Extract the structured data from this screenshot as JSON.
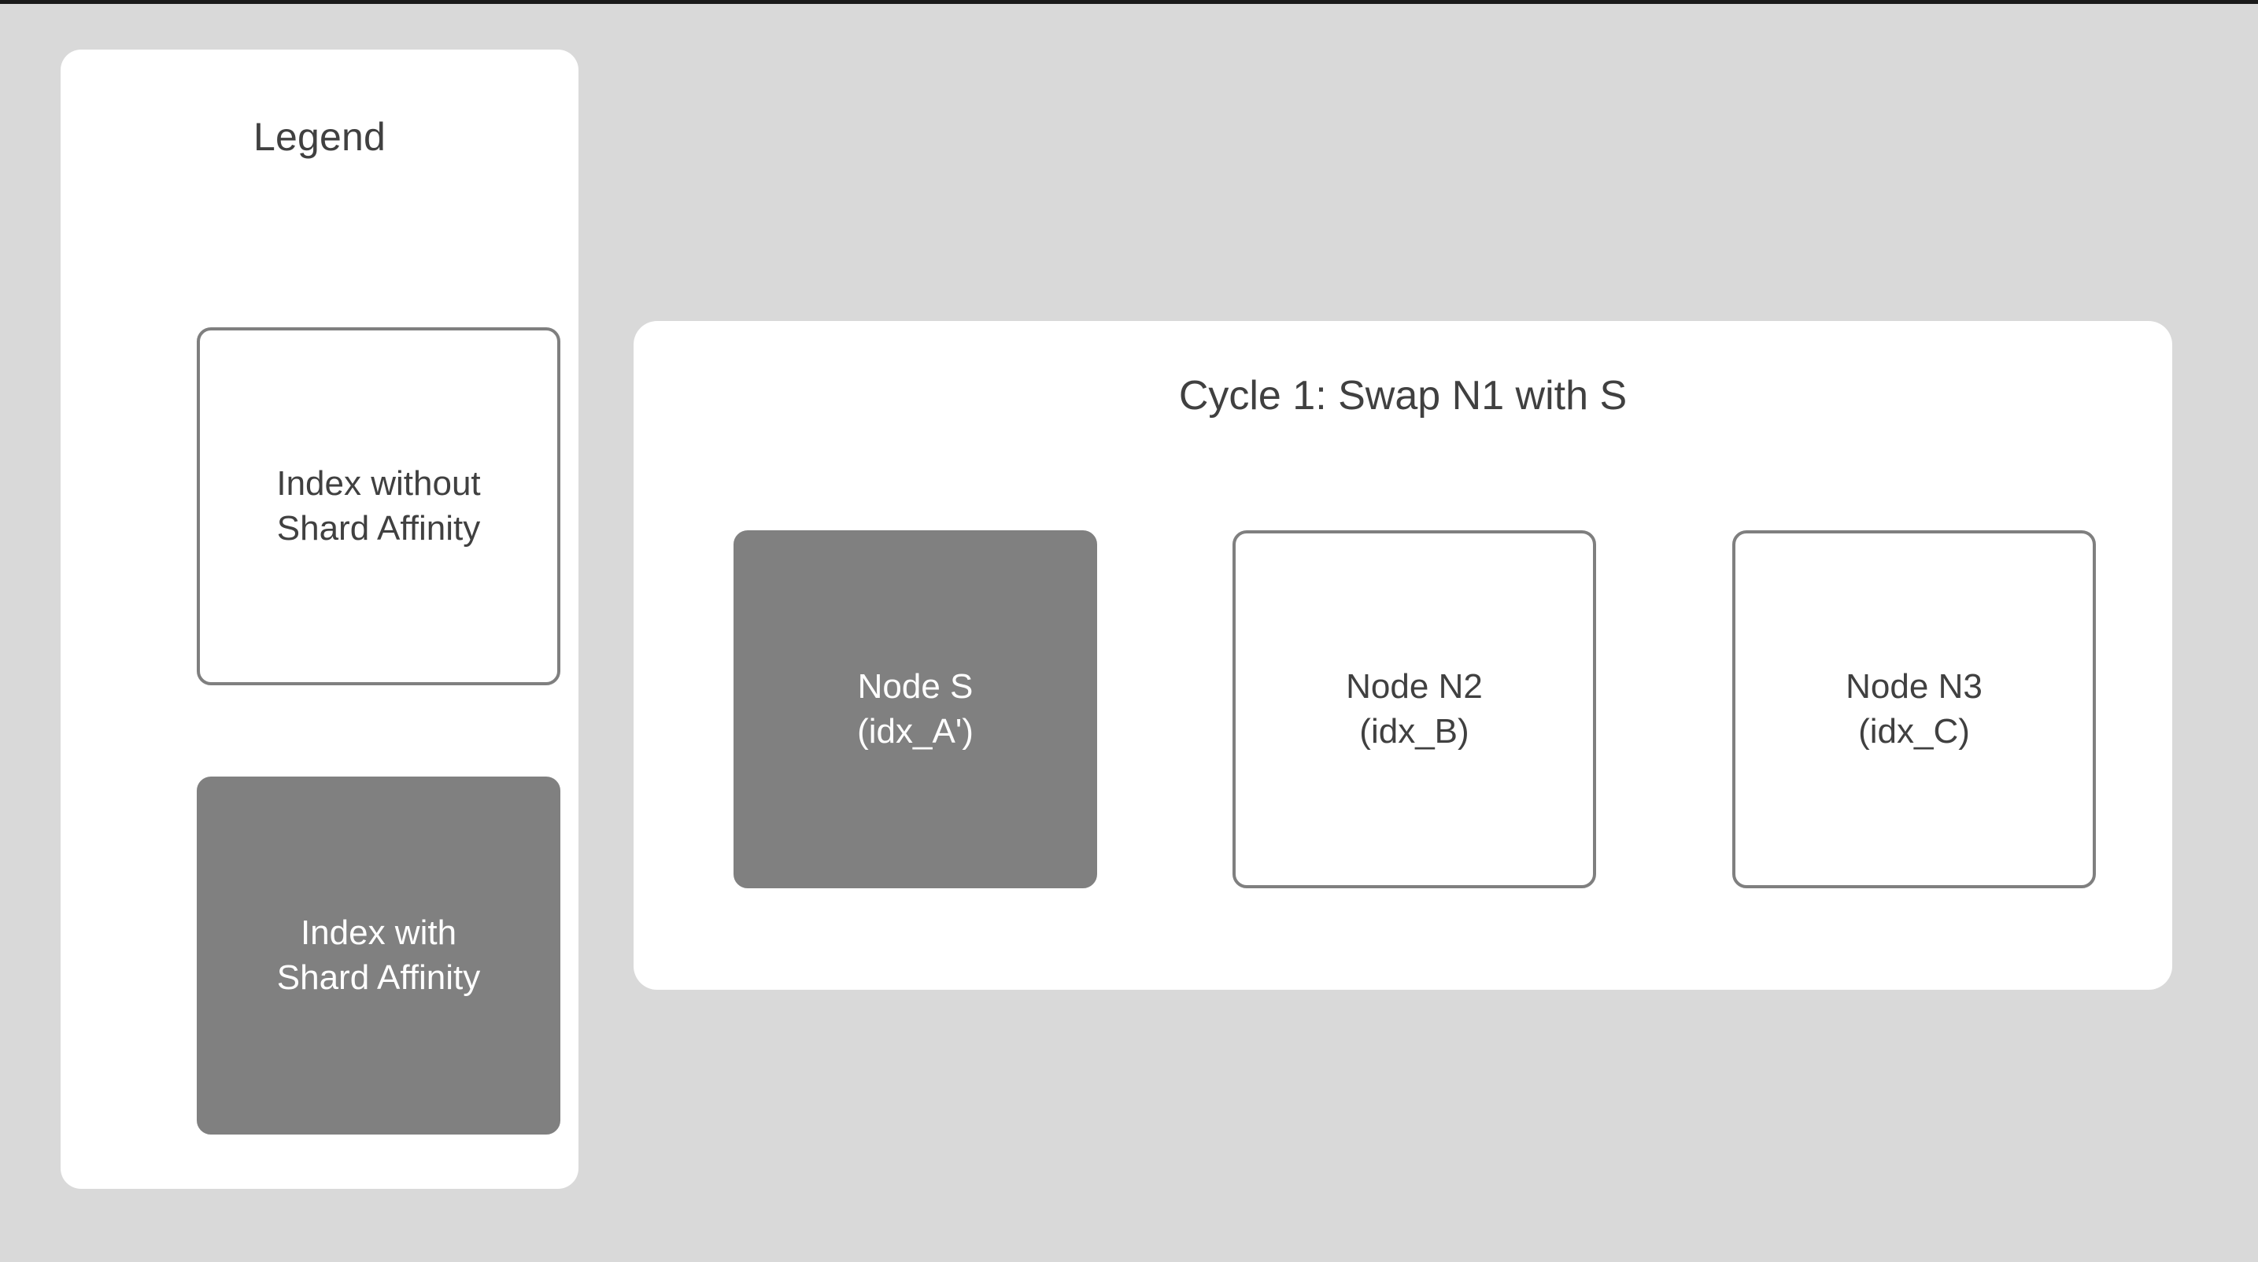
{
  "canvas": {
    "background_color": "#d9d9d9",
    "card_color": "#ffffff",
    "shape_fill_color": "#808080",
    "shape_border_color": "#7f7f7f",
    "text_color": "#404040",
    "inverse_text_color": "#ffffff"
  },
  "legend": {
    "title": "Legend",
    "items": [
      {
        "label": "Index without\nShard Affinity",
        "style": "outline",
        "fill": "#ffffff",
        "text_color": "#404040"
      },
      {
        "label": "Index with\nShard Affinity",
        "style": "filled",
        "fill": "#808080",
        "text_color": "#ffffff"
      }
    ]
  },
  "cycle_panel": {
    "title": "Cycle 1: Swap N1 with S",
    "nodes": [
      {
        "label": "Node S\n(idx_A')",
        "name": "Node S",
        "index": "idx_A'",
        "style": "filled",
        "fill": "#808080",
        "text_color": "#ffffff"
      },
      {
        "label": "Node N2\n(idx_B)",
        "name": "Node N2",
        "index": "idx_B",
        "style": "outline",
        "fill": "#ffffff",
        "text_color": "#404040"
      },
      {
        "label": "Node N3\n(idx_C)",
        "name": "Node N3",
        "index": "idx_C",
        "style": "outline",
        "fill": "#ffffff",
        "text_color": "#404040"
      }
    ]
  }
}
